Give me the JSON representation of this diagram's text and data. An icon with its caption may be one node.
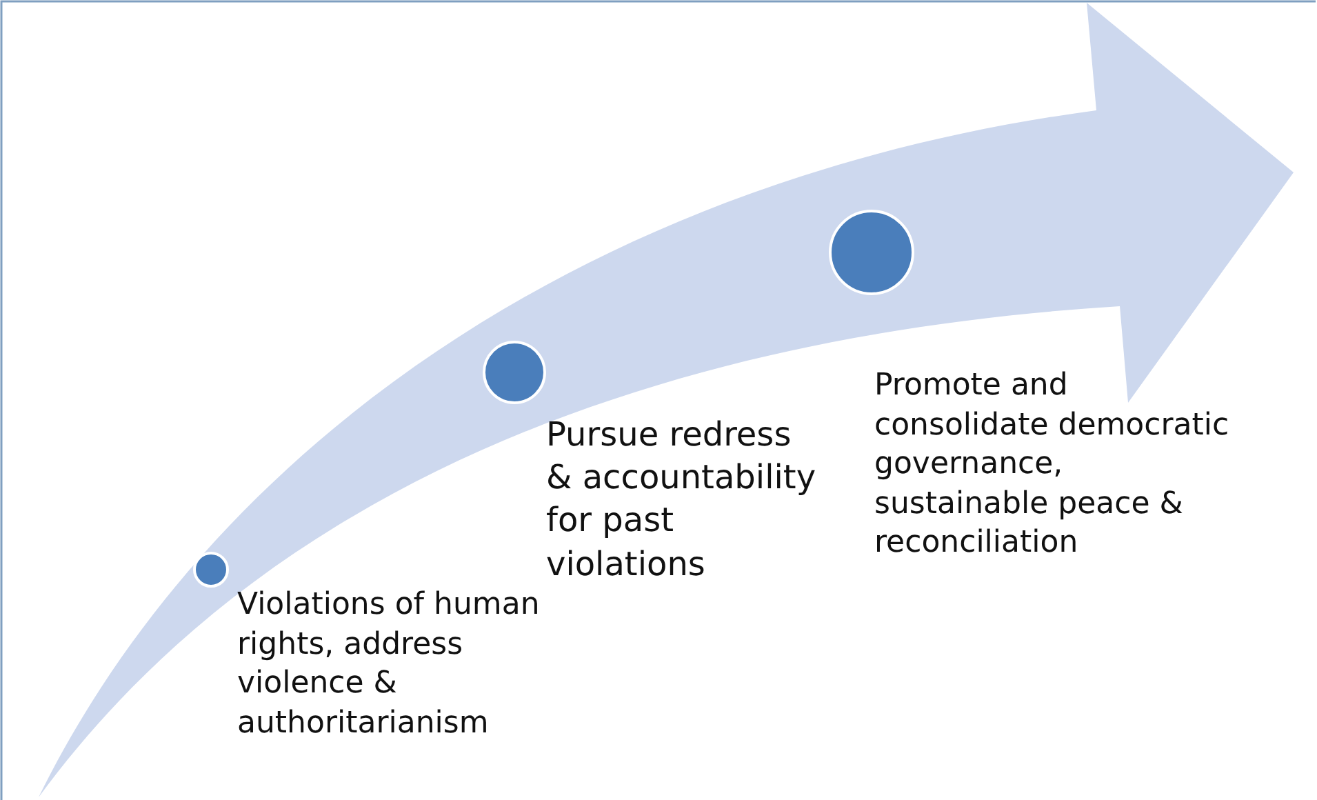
{
  "diagram": {
    "nodes": [
      {
        "text": [],
        "shape": "circle",
        "beside": [
          "Violations of human rights, address violence & authoritarianism"
        ]
      },
      {
        "text": [],
        "shape": "circle",
        "beside": [
          "Pursue redress & accountability for past violations"
        ]
      },
      {
        "text": [],
        "shape": "circle",
        "beside": [
          "Promote and consolidate democratic governance, sustainable peace & reconciliation"
        ]
      }
    ]
  }
}
